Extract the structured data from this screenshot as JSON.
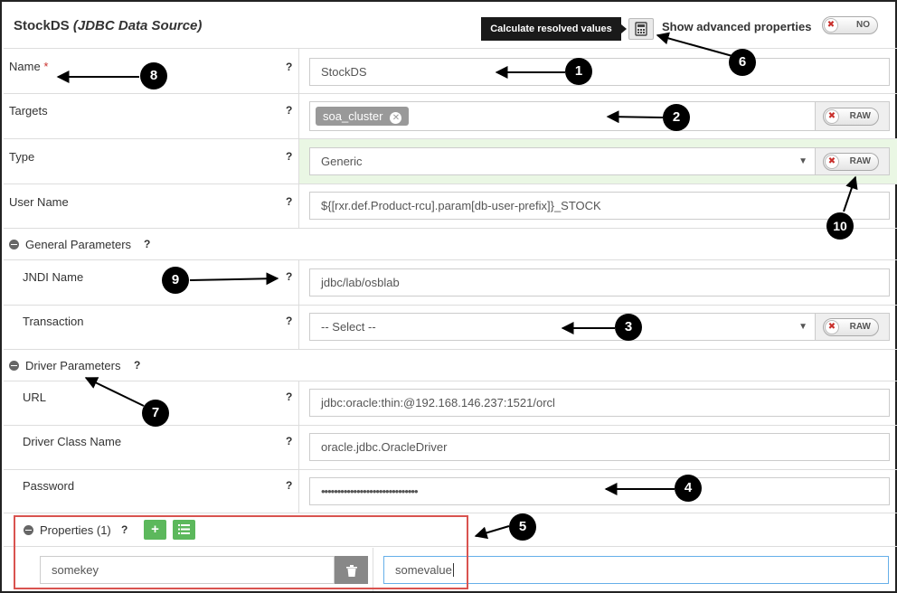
{
  "header": {
    "title": "StockDS",
    "subtitle": "(JDBC Data Source)",
    "tooltip": "Calculate resolved values",
    "advanced_label": "Show advanced properties",
    "advanced_toggle": "NO"
  },
  "fields": {
    "name": {
      "label": "Name",
      "required": "*",
      "value": "StockDS"
    },
    "targets": {
      "label": "Targets",
      "chip": "soa_cluster",
      "raw": "RAW"
    },
    "type": {
      "label": "Type",
      "value": "Generic",
      "raw": "RAW"
    },
    "user_name": {
      "label": "User Name",
      "value": "${[rxr.def.Product-rcu].param[db-user-prefix]}_STOCK"
    }
  },
  "general_parameters": {
    "label": "General Parameters",
    "jndi_name": {
      "label": "JNDI Name",
      "value": "jdbc/lab/osblab"
    },
    "transaction": {
      "label": "Transaction",
      "value": "-- Select --",
      "raw": "RAW"
    }
  },
  "driver_parameters": {
    "label": "Driver Parameters",
    "url": {
      "label": "URL",
      "value": "jdbc:oracle:thin:@192.168.146.237:1521/orcl"
    },
    "driver_class": {
      "label": "Driver Class Name",
      "value": "oracle.jdbc.OracleDriver"
    },
    "password": {
      "label": "Password",
      "value": "••••••••••••••••••••••••••••••"
    }
  },
  "properties": {
    "label": "Properties (1)",
    "key": "somekey",
    "value": "somevalue"
  },
  "help_mark": "?",
  "callouts": [
    "1",
    "2",
    "3",
    "4",
    "5",
    "6",
    "7",
    "8",
    "9",
    "10"
  ],
  "icons": {
    "calculator": "calculator-icon",
    "add": "plus-icon",
    "list": "list-icon",
    "delete": "trash-icon",
    "collapse": "minus-circle-icon",
    "remove_chip": "close-icon",
    "toggle_off": "x-icon"
  },
  "colors": {
    "required": "#c9302c",
    "add_button": "#5cb85c",
    "highlight_row": "#eaf7e4",
    "annotation_box": "#d9534f",
    "tooltip_bg": "#1a1a1a"
  }
}
